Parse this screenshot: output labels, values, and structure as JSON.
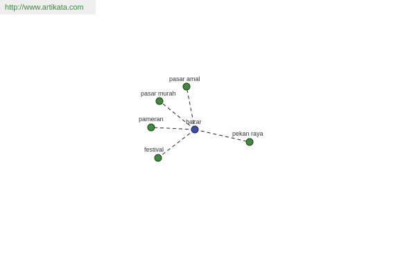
{
  "banner": {
    "url_text": "http://www.artikata.com"
  },
  "graph": {
    "center": {
      "id": "bazar",
      "label": "bazar",
      "color": "#3a4fa8"
    },
    "leaf_color": "#3f8a3f",
    "nodes": [
      {
        "id": "pasar-amal",
        "label": "pasar amal"
      },
      {
        "id": "pasar-murah",
        "label": "pasar murah"
      },
      {
        "id": "pameran",
        "label": "pameran"
      },
      {
        "id": "festival",
        "label": "festival"
      },
      {
        "id": "pekan-raya",
        "label": "pekan raya"
      }
    ],
    "edges": [
      {
        "from": "bazar",
        "to": "pasar-amal"
      },
      {
        "from": "bazar",
        "to": "pasar-murah"
      },
      {
        "from": "bazar",
        "to": "pameran"
      },
      {
        "from": "bazar",
        "to": "festival"
      },
      {
        "from": "bazar",
        "to": "pekan-raya"
      }
    ]
  }
}
